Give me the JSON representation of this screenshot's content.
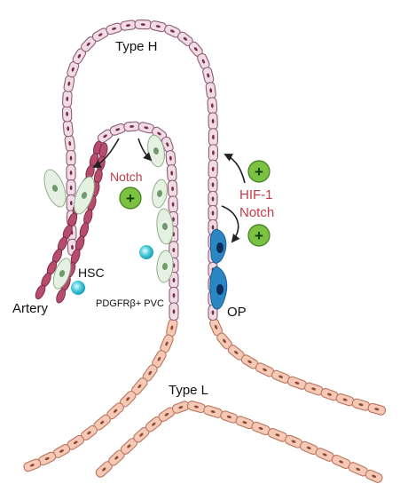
{
  "labels": {
    "type_h": "Type H",
    "type_l": "Type L",
    "notch_left": "Notch",
    "hif1": "HIF-1",
    "notch_right": "Notch",
    "hsc": "HSC",
    "artery": "Artery",
    "pvc": "PDGFRβ+ PVC",
    "op": "OP",
    "plus": "+"
  },
  "colors": {
    "type_h_vessel": "#f1dce6",
    "type_l_vessel": "#f6c8b6",
    "artery": "#b64d6c",
    "perivascular_cell": "#e5f1e2",
    "op_cell": "#2b86c6",
    "signal_green": "#7cc242",
    "notch_text": "#c33b47",
    "hsc": "#3cc6d6"
  }
}
